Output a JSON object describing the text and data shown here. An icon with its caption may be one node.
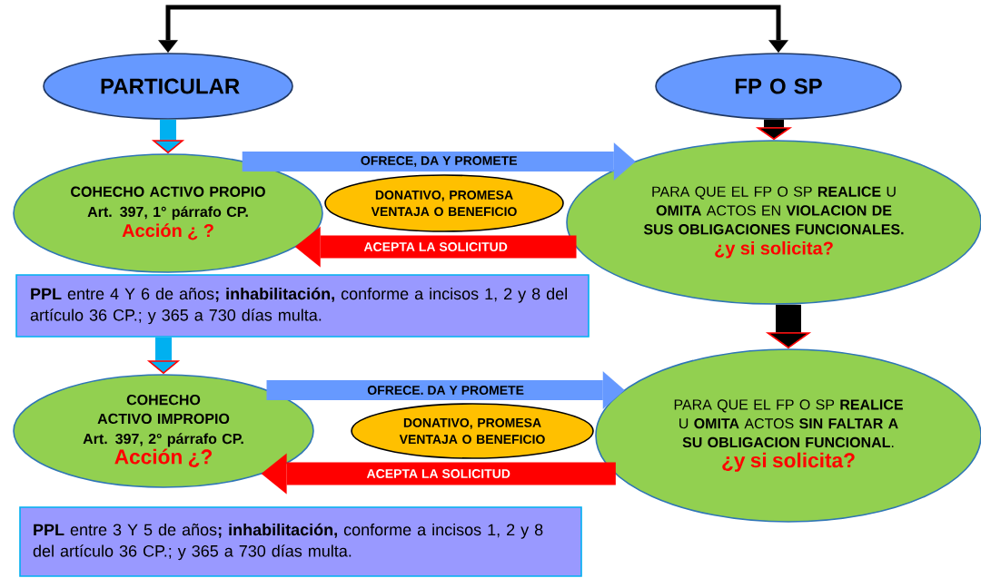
{
  "diagram": {
    "nodes": [
      {
        "text": [
          "PARTICULAR"
        ]
      },
      {
        "text": [
          "FP O SP"
        ]
      },
      {
        "text": [
          "COHECHO ACTIVO PROPIO",
          "Art. 397, 1° párrafo CP.",
          "Acción ¿ ?"
        ]
      },
      {
        "text": [
          "DONATIVO, PROMESA VENTAJA O BENEFICIO"
        ]
      },
      {
        "text": [
          "PARA QUE EL FP O SP **REALICE** U **OMITA** ACTOS EN **VIOLACION DE SUS OBLIGACIONES FUNCIONALES.**",
          "¿y si solicita?"
        ]
      },
      {
        "text": [
          "**PPL** entre 4 Y 6 de años**; inhabilitación,** conforme a incisos 1, 2 y 8 del artículo 36 CP.; y 365 a 730 días multa."
        ]
      },
      {
        "text": [
          "COHECHO ACTIVO IMPROPIO",
          "Art. 397, 2° párrafo CP.",
          "Acción ¿?"
        ]
      },
      {
        "text": [
          "DONATIVO, PROMESA VENTAJA O BENEFICIO"
        ]
      },
      {
        "text": [
          "PARA QUE EL FP O SP **REALICE** U **OMITA** ACTOS **SIN FALTAR A SU OBLIGACION FUNCIONAL**.",
          "¿y si solicita?"
        ]
      },
      {
        "text": [
          "**PPL** entre 3 Y 5 de años**; inhabilitación,** conforme a incisos 1, 2 y 8 del artículo 36 CP.; y 365 a 730 días multa."
        ]
      }
    ],
    "edges": [
      {
        "from": null,
        "to": 0,
        "arrow": "to"
      },
      {
        "from": null,
        "to": 1,
        "arrow": "to"
      },
      {
        "from": 0,
        "to": 2,
        "arrow": "to",
        "color": "#00b0f0"
      },
      {
        "from": 1,
        "to": 4,
        "arrow": "to"
      },
      {
        "from": 4,
        "to": 8,
        "arrow": "to"
      },
      {
        "from": 5,
        "to": 6,
        "arrow": "to",
        "color": "#00b0f0"
      },
      {
        "from": 2,
        "to": 4,
        "arrow": "to",
        "label": "OFRECE, DA Y PROMETE",
        "color": "#6699ff"
      },
      {
        "from": 4,
        "to": 2,
        "arrow": "to",
        "label": "ACEPTA LA SOLICITUD",
        "color": "#ff0000"
      },
      {
        "from": 6,
        "to": 8,
        "arrow": "to",
        "label": "OFRECE. DA Y PROMETE",
        "color": "#6699ff"
      },
      {
        "from": 8,
        "to": 6,
        "arrow": "to",
        "label": "ACEPTA LA SOLICITUD",
        "color": "#ff0000"
      }
    ]
  }
}
